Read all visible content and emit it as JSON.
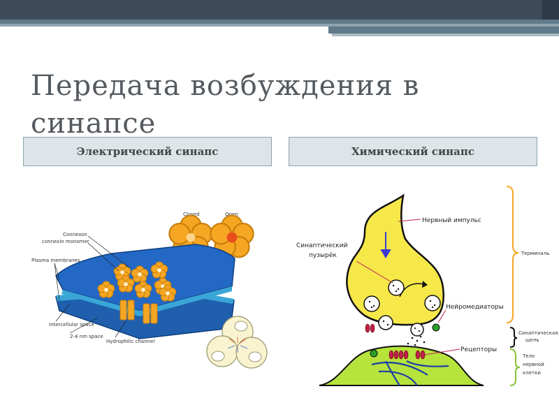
{
  "slide": {
    "title_line1": "Передача возбуждения в",
    "title_line2": "синапсе"
  },
  "headers": {
    "electrical": "Электрический синапс",
    "chemical": "Химический синапс"
  },
  "electrical_diagram": {
    "closed": "Closed",
    "open": "Open",
    "connexon": "Connexon",
    "connexin_monomer": "connexin monomer",
    "plasma_membranes": "Plasma membranes",
    "intercellular_space": "Intercellular space",
    "nm_space": "2-4 nm space",
    "hydrophilic_channel": "Hydrophilic channel"
  },
  "chemical_diagram": {
    "nerve_impulse": "Нервный импульс",
    "synaptic_vesicle_1": "Синаптический",
    "synaptic_vesicle_2": "пузырёк",
    "neurotransmitters": "Нейромедиаторы",
    "receptors": "Рецепторы",
    "terminal": "Терминаль",
    "cleft_1": "Синаптическая",
    "cleft_2": "щель",
    "cell_body_1": "Тело",
    "cell_body_2": "нервной",
    "cell_body_3": "клетки"
  },
  "colors": {
    "topbar": "#3d4a59",
    "accent": "#5f7a88",
    "terminal_yellow": "#f7e84a",
    "cell_green": "#b6e33c",
    "membrane_blue": "#1f5fae",
    "connexon_orange": "#f5a623"
  }
}
